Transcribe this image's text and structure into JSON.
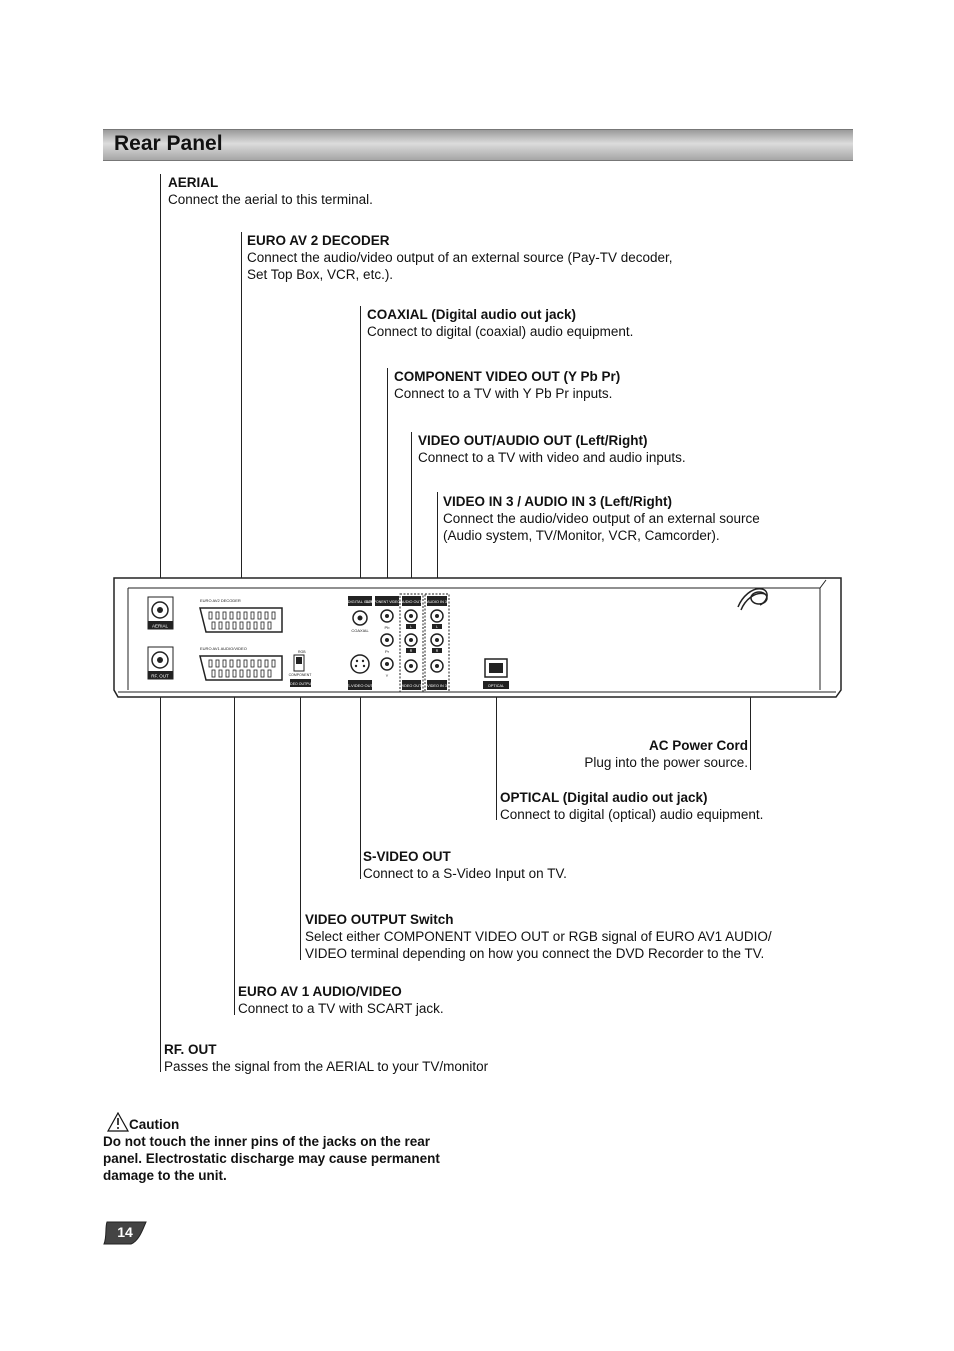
{
  "header": {
    "title": "Rear Panel"
  },
  "labels": {
    "aerial": {
      "title": "AERIAL",
      "lines": [
        "Connect the aerial to this terminal."
      ]
    },
    "euro_av2": {
      "title": "EURO AV 2 DECODER",
      "lines": [
        "Connect the audio/video output of an external source (Pay-TV decoder,",
        "Set Top Box, VCR, etc.)."
      ]
    },
    "coaxial": {
      "title": "COAXIAL (Digital audio out jack)",
      "lines": [
        "Connect to digital (coaxial) audio equipment."
      ]
    },
    "component": {
      "title": "COMPONENT VIDEO OUT (Y Pb Pr)",
      "lines": [
        "Connect to a TV with Y Pb Pr inputs."
      ]
    },
    "video_audio_out": {
      "title": "VIDEO OUT/AUDIO OUT (Left/Right)",
      "lines": [
        "Connect to a TV with video and audio inputs."
      ]
    },
    "video_in3": {
      "title": "VIDEO IN 3 / AUDIO IN 3 (Left/Right)",
      "lines": [
        "Connect the audio/video output of an external source",
        "(Audio system, TV/Monitor, VCR, Camcorder)."
      ]
    },
    "ac_power": {
      "title": "AC Power Cord",
      "lines": [
        "Plug into the power source."
      ]
    },
    "optical": {
      "title": "OPTICAL (Digital audio out jack)",
      "lines": [
        "Connect to digital (optical) audio equipment."
      ]
    },
    "svideo": {
      "title": "S-VIDEO OUT",
      "lines": [
        "Connect to a S-Video Input on TV."
      ]
    },
    "video_output_switch": {
      "title": "VIDEO OUTPUT Switch",
      "lines": [
        "Select either COMPONENT VIDEO OUT or RGB signal of EURO AV1 AUDIO/",
        "VIDEO terminal depending on how you connect the DVD Recorder to the TV."
      ]
    },
    "euro_av1": {
      "title": "EURO AV 1 AUDIO/VIDEO",
      "lines": [
        "Connect to a TV with SCART jack."
      ]
    },
    "rf_out": {
      "title": "RF. OUT",
      "lines": [
        "Passes the signal from the AERIAL to your TV/monitor"
      ]
    }
  },
  "panel": {
    "aerial": "AERIAL",
    "rf_out": "RF. OUT",
    "euro_av2": "EURO AV2 DECODER",
    "euro_av1": "EURO AV1 AUDIO/VIDEO",
    "video_output": "VIDEO OUTPUT",
    "rgb": "RGB",
    "component": "COMPONENT",
    "digital_out": "DIGITAL OUT",
    "coaxial": "COAXIAL",
    "component_video_out": "COMPONENT VIDEO OUT",
    "y": "Y",
    "pb": "Pb",
    "pr": "Pr",
    "svideo_out": "S-VIDEO OUT",
    "audio_out": "AUDIO OUT",
    "audio_in3": "AUDIO IN 3",
    "video_out": "VIDEO OUT",
    "video_in3": "VIDEO IN 3",
    "optical": "OPTICAL",
    "l": "L",
    "r": "R"
  },
  "caution": {
    "title": "Caution",
    "lines": [
      "Do not touch the inner pins of the jacks on the rear",
      "panel. Electrostatic discharge may cause permanent",
      "damage to the unit."
    ]
  },
  "page_number": "14"
}
